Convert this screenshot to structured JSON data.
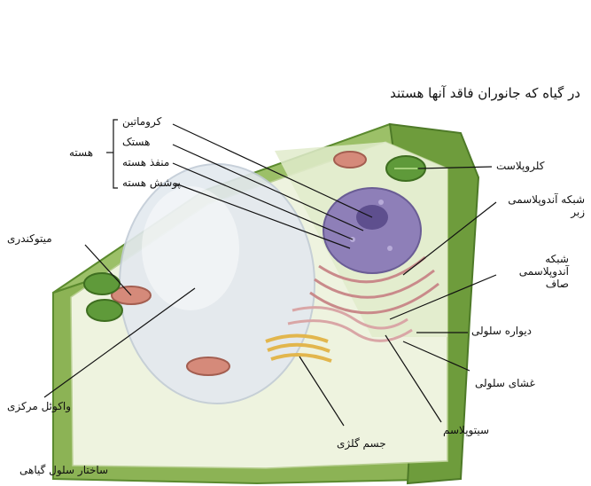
{
  "heading": "در گیاه که جانوران فاقد آنها هستند",
  "caption": "ساختار سلول گیاهی",
  "labels": {
    "chromatin": "کروماتین",
    "nucleolus": "هستک",
    "nuclear_pore": "منفذ هسته",
    "nuclear_envelope": "پوشش هسته",
    "nucleus": "هسته",
    "mitochondrion": "میتوکندری",
    "central_vacuole": "واکوئل مرکزی",
    "chloroplast": "کلروپلاست",
    "rough_er": "شبکه آندوپلاسمی زبر",
    "smooth_er": "شبکه آندوپلاسمی صاف",
    "cell_wall": "دیواره سلولی",
    "cell_membrane": "غشای سلولی",
    "cytoplasm": "سیتوپلاسم",
    "golgi": "جسم گلژی"
  },
  "colors": {
    "cell_wall": "#7fa84a",
    "cell_wall_dark": "#5b8a2e",
    "cytoplasm": "#eef3df",
    "vacuole": "#e9eef2",
    "nucleus": "#8e7fb8",
    "chloroplast": "#5f9a3a",
    "mitochondrion": "#d58a7a",
    "golgi": "#e2b64d",
    "er": "#c98a8a"
  }
}
